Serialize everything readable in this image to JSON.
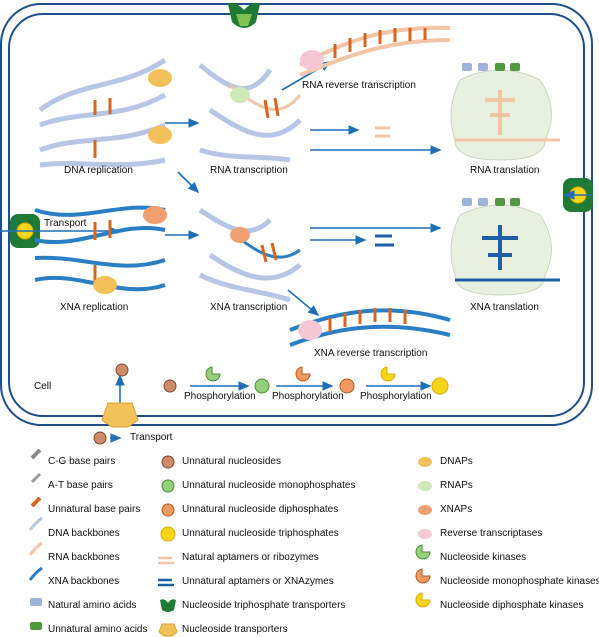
{
  "processes": {
    "dna_replication": "DNA replication",
    "rna_transcription": "RNA transcription",
    "rna_reverse_transcription": "RNA reverse transcription",
    "rna_translation": "RNA translation",
    "xna_replication": "XNA replication",
    "xna_transcription": "XNA transcription",
    "xna_reverse_transcription": "XNA reverse transcription",
    "xna_translation": "XNA translation",
    "transport_left": "Transport",
    "transport_bottom": "Transport",
    "cell": "Cell",
    "phosphorylation": [
      "Phosphorylation",
      "Phosphorylation",
      "Phosphorylation"
    ]
  },
  "legend": {
    "col1": [
      "C-G base pairs",
      "A-T base pairs",
      "Unnatural base pairs",
      "DNA backbones",
      "RNA backbones",
      "XNA backbones",
      "Natural amino acids",
      "Unnatural amino acids"
    ],
    "col2": [
      "Unnatural nucleosides",
      "Unnatural nucleoside monophosphates",
      "Unnatural nucleoside diphosphates",
      "Unnatural nucleoside triphosphates",
      "Natural aptamers or ribozymes",
      "Unnatural aptamers or XNAzymes",
      "Nucleoside triphosphate transporters",
      "Nucleoside transporters"
    ],
    "col3": [
      "DNAPs",
      "RNAPs",
      "XNAPs",
      "Reverse transcriptases",
      "Nucleoside kinases",
      "Nucleoside monophosphate kinases",
      "Nucleoside diphosphate kinases"
    ]
  },
  "colors": {
    "membrane": "#1f4e8c",
    "arrow": "#1f6fb8",
    "dna": "#b8c6e6",
    "rna": "#f3c4a6",
    "xna": "#2a7fc4",
    "unnatural_bp": "#d9641e",
    "nucleoside": "#cf8a6a",
    "monophosphate": "#92d07a",
    "diphosphate": "#f09a62",
    "triphosphate": "#f7d51a",
    "transporter_green": "#1e7a34",
    "dnap": "#f2c15a",
    "rnap": "#cfe8b8",
    "xnap": "#f0a070",
    "rt": "#f6c8d4",
    "ribosome": "#e8f0e0"
  },
  "icons": [
    "ntp-transporter-icon",
    "nucleoside-transporter-icon",
    "nucleoside-kinase-icon",
    "monophosphate-kinase-icon",
    "diphosphate-kinase-icon"
  ]
}
